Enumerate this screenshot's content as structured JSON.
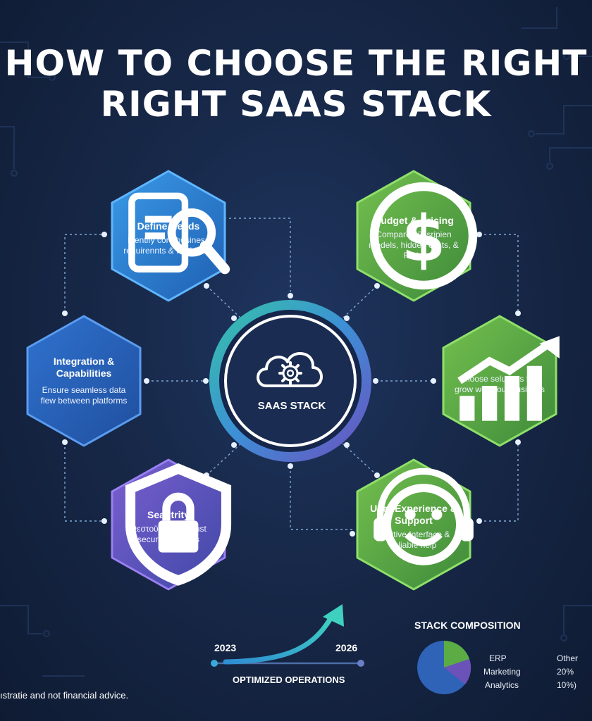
{
  "title": {
    "line1": "HOW TO CHOOSE THE RIGHT",
    "line2": "RIGHT SAAS STACK"
  },
  "center": {
    "label": "SAAS STACK",
    "icon": "cloud-gear-icon"
  },
  "hexagons": [
    {
      "title": "Define Needs",
      "desc": "Identify core business requirennts & workflows",
      "icon": "magnifier-document-icon",
      "color": "#2b7fd0"
    },
    {
      "title": "Budget & Pricing",
      "desc": "Compare sŭesripien models, hidden costs, & ROI.\"",
      "icon": "dollar-icon",
      "color": "#58a043"
    },
    {
      "title": "Integration & Capabilities",
      "desc": "Ensure seamless data flew between platforms",
      "icon": "",
      "color": "#2e63b8"
    },
    {
      "title": "",
      "desc": "Choose selutions that grow with your business",
      "icon": "bar-chart-arrow-icon",
      "color": "#5fa646"
    },
    {
      "title": "Seadtrity",
      "desc": "Ώεστοϋετ wih rebust security features",
      "icon": "shield-lock-icon",
      "color": "#6a4fb3"
    },
    {
      "title": "User Experience & Support",
      "desc": "Intuitive Interface & reliable help",
      "icon": "smiley-headset-icon",
      "color": "#58a043"
    }
  ],
  "timeline": {
    "start": "2023",
    "end": "2026",
    "label": "OPTIMIZED OPERATIONS"
  },
  "composition": {
    "title": "STACK COMPOSITION",
    "labels": [
      "ERP",
      "Marketing",
      "Analytics"
    ],
    "values_col": [
      "Other",
      "20%",
      "10%)"
    ],
    "colors": {
      "blue": "#2f63b8",
      "green": "#5cac45",
      "purple": "#6a52b8"
    }
  },
  "footer": {
    "disclaimer": "ıstratie and not financial advice."
  }
}
